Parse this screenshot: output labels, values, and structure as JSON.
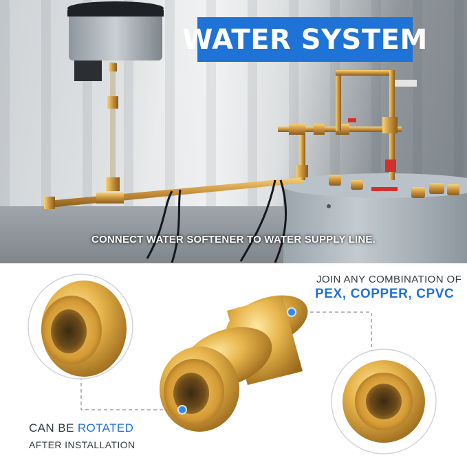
{
  "banner": {
    "title": "WATER SYSTEM"
  },
  "scene": {
    "caption": "CONNECT WATER SOFTENER TO WATER SUPPLY LINE."
  },
  "feature_combination": {
    "line1": "JOIN ANY COMBINATION OF",
    "line2": "PEX, COPPER, CPVC"
  },
  "feature_rotation": {
    "prefix": "CAN BE",
    "highlight": "ROTATED",
    "line2": "AFTER INSTALLATION"
  },
  "colors": {
    "accent": "#1f73d6",
    "brass": "#e0a83a",
    "callout_dot": "#2f8be8"
  },
  "icons": [
    "water-heater-tank",
    "brass-pipe-network",
    "push-fit-coupling",
    "magnified-fitting-end"
  ]
}
